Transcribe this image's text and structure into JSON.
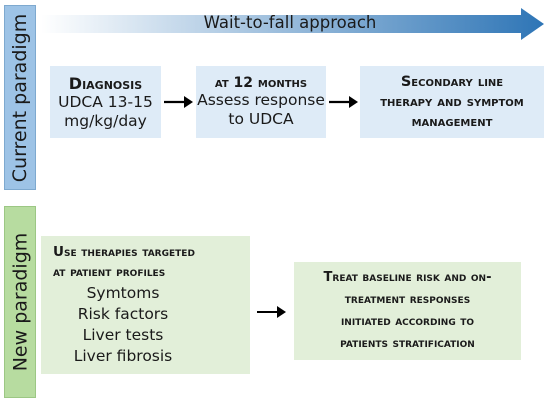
{
  "banner": {
    "label": "Wait-to-fall approach",
    "gradient_start": "#ffffff",
    "gradient_end": "#2e75b6"
  },
  "paradigms": {
    "current": {
      "label": "Current paradigm",
      "color": "#9dc3e6"
    },
    "new": {
      "label": "New paradigm",
      "color": "#b7dca0"
    }
  },
  "current_steps": {
    "diagnosis": {
      "title": "Diagnosis",
      "lines": [
        "UDCA 13-15",
        "mg/kg/day"
      ]
    },
    "month12": {
      "title": "at 12 months",
      "lines": [
        "Assess response",
        "to UDCA"
      ]
    },
    "secondary": {
      "title_lines": [
        "Secondary line",
        "therapy and symptom",
        "management"
      ]
    }
  },
  "new_steps": {
    "use": {
      "title_lines": [
        "Use therapies targeted",
        "at patient profiles"
      ],
      "items": [
        "Symtoms",
        "Risk factors",
        "Liver tests",
        "Liver fibrosis"
      ]
    },
    "treat": {
      "title_lines": [
        "Treat baseline risk and on-",
        "treatment responses",
        "initiated according to",
        "patients stratification"
      ]
    }
  }
}
